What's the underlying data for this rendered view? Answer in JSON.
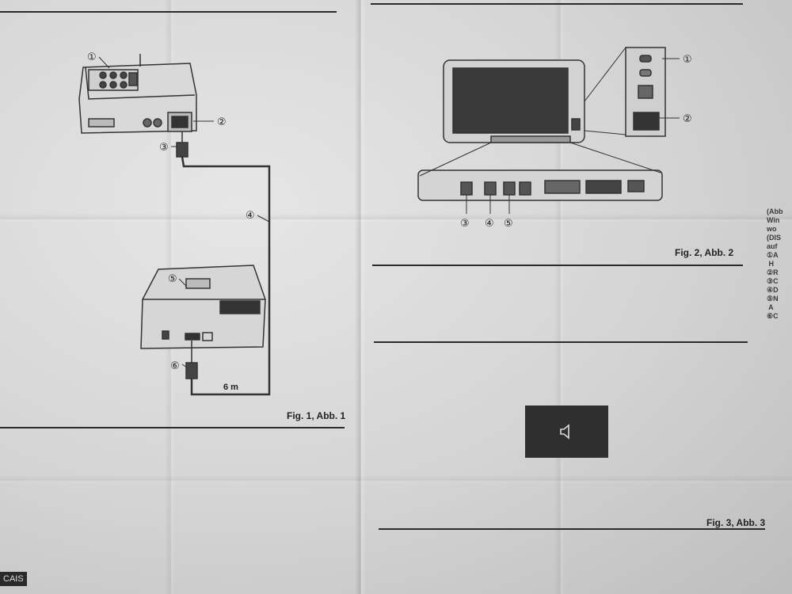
{
  "figures": {
    "fig1": {
      "caption": "Fig. 1, Abb. 1",
      "callouts": [
        "①",
        "②",
        "③",
        "④",
        "⑤",
        "⑥"
      ],
      "cable_length": "6 m"
    },
    "fig2": {
      "caption": "Fig. 2, Abb. 2",
      "callouts": [
        "①",
        "②",
        "③",
        "④",
        "⑤"
      ]
    },
    "fig3": {
      "caption": "Fig. 3, Abb. 3",
      "icon": "speaker-icon"
    }
  },
  "side_text": "(Abb\nWin\nwo\n(DIS\nauf\n①A\n H\n②R\n③C\n④D\n⑤N\n A\n⑥C",
  "corner_label": "CAIS",
  "colors": {
    "paper": "#e0e0e0",
    "ink": "#2b2b2b",
    "box": "#2f2f2f"
  }
}
